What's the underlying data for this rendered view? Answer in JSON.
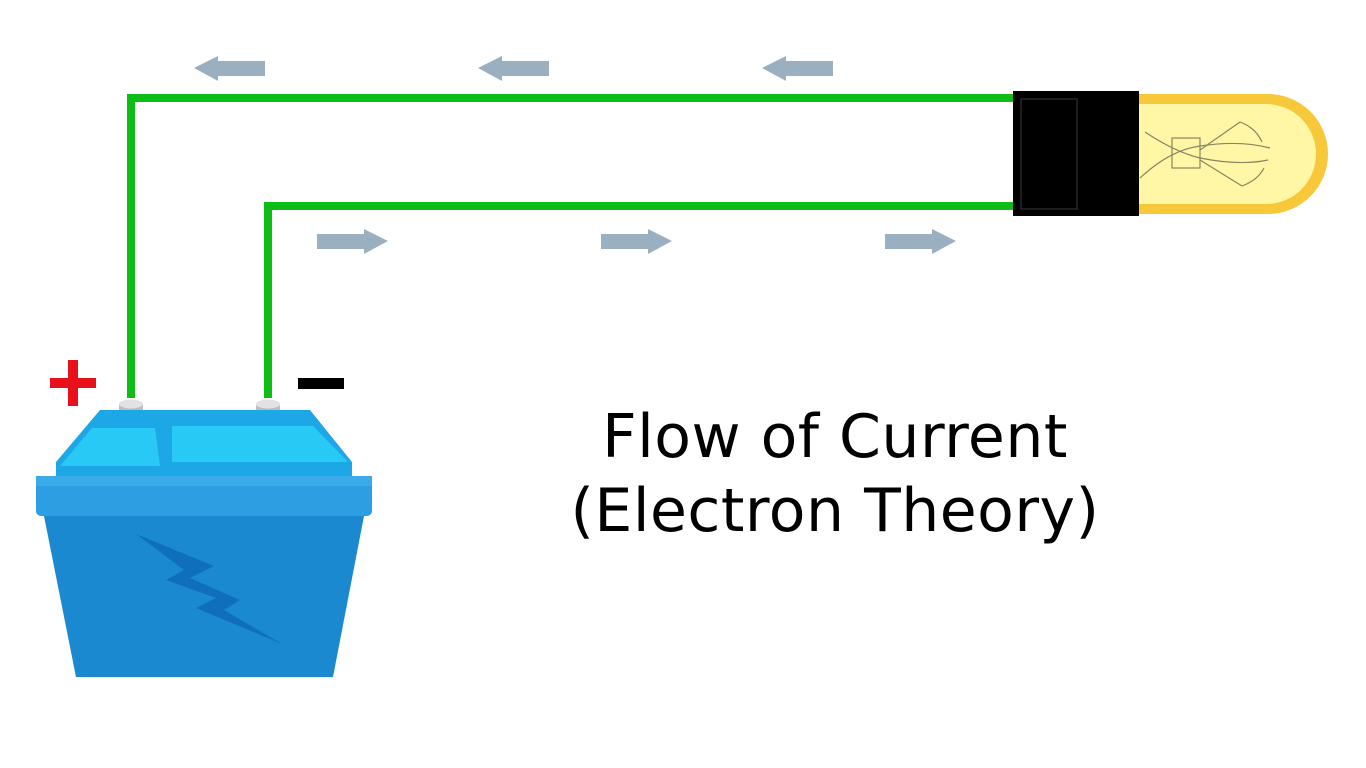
{
  "caption": {
    "line1": "Flow of Current",
    "line2": "(Electron Theory)"
  },
  "battery": {
    "positive_symbol": "+",
    "negative_symbol": "–"
  },
  "colors": {
    "wire": "#0fbd17",
    "arrow": "#9ab0c1",
    "battery_body": "#1b89d0",
    "battery_band": "#2d9ee2",
    "battery_top": "#27c5f3",
    "positive": "#e8101a",
    "negative": "#000000",
    "bulb_glass": "#fff6a6",
    "bulb_rim": "#f7c93a",
    "bulb_base": "#000000"
  },
  "arrows": {
    "top_row_direction": "left",
    "bottom_row_direction": "right",
    "count_per_row": 3
  },
  "icons": [
    "battery-icon",
    "lightning-bolt-icon",
    "light-bulb-icon",
    "arrow-left-icon",
    "arrow-right-icon"
  ]
}
